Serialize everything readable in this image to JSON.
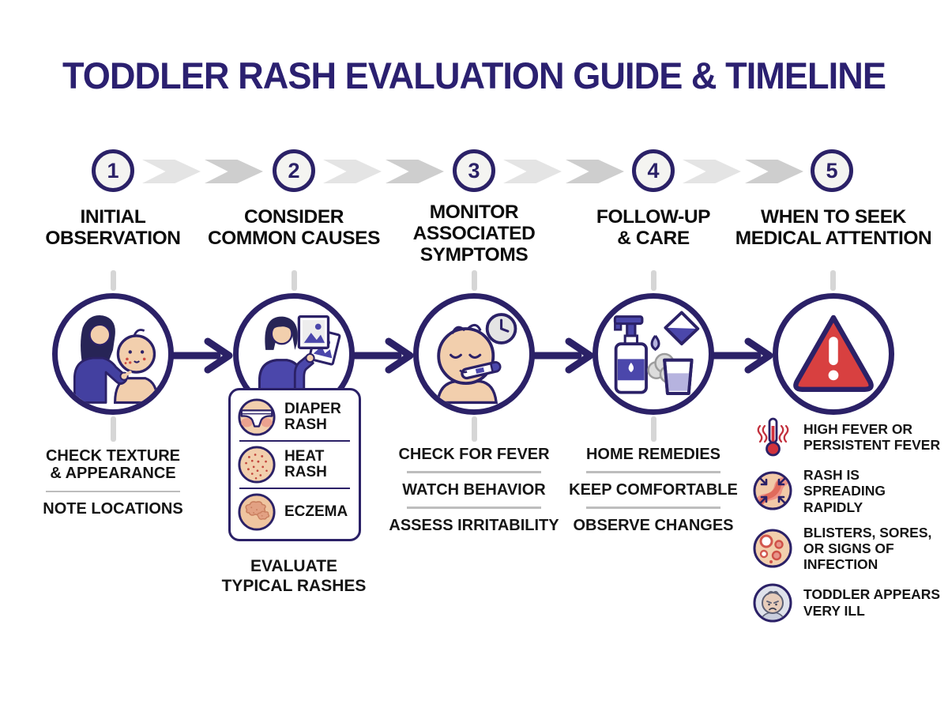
{
  "title": "TODDLER RASH EVALUATION GUIDE & TIMELINE",
  "colors": {
    "navy_outline": "#2b2167",
    "title_navy": "#2b2070",
    "purple": "#4b47ab",
    "lavender": "#b6b3df",
    "skin": "#f2cfad",
    "alert_red": "#d84040",
    "fever_red": "#c2303d",
    "timeline_gray": "#d6d6d6",
    "text_black": "#151515"
  },
  "steps": [
    {
      "number": "1",
      "heading": "INITIAL\nOBSERVATION",
      "icon": "parent-examining-baby-icon",
      "items": [
        "CHECK TEXTURE\n& APPEARANCE",
        "NOTE LOCATIONS"
      ]
    },
    {
      "number": "2",
      "heading": "CONSIDER\nCOMMON CAUSES",
      "icon": "comparing-rash-photos-icon",
      "rash_types": [
        {
          "icon": "diaper-rash-icon",
          "label": "DIAPER\nRASH"
        },
        {
          "icon": "heat-rash-icon",
          "label": "HEAT\nRASH"
        },
        {
          "icon": "eczema-icon",
          "label": "ECZEMA"
        }
      ],
      "footer": "EVALUATE\nTYPICAL RASHES"
    },
    {
      "number": "3",
      "heading": "MONITOR\nASSOCIATED\nSYMPTOMS",
      "icon": "baby-thermometer-clock-icon",
      "items": [
        "CHECK FOR FEVER",
        "WATCH BEHAVIOR",
        "ASSESS IRRITABILITY"
      ]
    },
    {
      "number": "4",
      "heading": "FOLLOW-UP\n& CARE",
      "icon": "home-care-products-icon",
      "items": [
        "HOME REMEDIES",
        "KEEP COMFORTABLE",
        "OBSERVE CHANGES"
      ]
    },
    {
      "number": "5",
      "heading": "WHEN TO SEEK\nMEDICAL ATTENTION",
      "icon": "warning-triangle-icon",
      "warnings": [
        {
          "icon": "fever-thermometer-icon",
          "label": "HIGH FEVER OR\nPERSISTENT FEVER"
        },
        {
          "icon": "spreading-rash-icon",
          "label": "RASH IS\nSPREADING\nRAPIDLY"
        },
        {
          "icon": "blisters-infection-icon",
          "label": "BLISTERS, SORES,\nOR SIGNS OF\nINFECTION"
        },
        {
          "icon": "ill-toddler-icon",
          "label": "TODDLER APPEARS\nVERY ILL"
        }
      ]
    }
  ]
}
